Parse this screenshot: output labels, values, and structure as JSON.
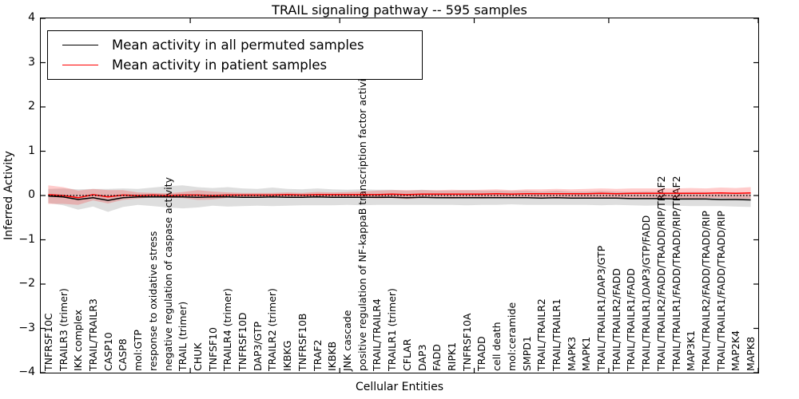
{
  "figure": {
    "background": "#ffffff",
    "axis_color": "#000000"
  },
  "chart_data": {
    "type": "line",
    "title": "TRAIL signaling pathway -- 595 samples",
    "xlabel": "Cellular Entities",
    "ylabel": "Inferred Activity",
    "ylim": [
      -4,
      4
    ],
    "yticks": [
      4,
      3,
      2,
      1,
      0,
      -1,
      -2,
      -3,
      -4
    ],
    "ytick_labels": [
      "4",
      "3",
      "2",
      "1",
      "0",
      "−1",
      "−2",
      "−3",
      "−4"
    ],
    "xtick_indices": [
      9,
      19,
      28,
      37,
      47
    ],
    "grid": false,
    "legend_position": "upper left",
    "zero_line": {
      "show": true,
      "style": "dotted",
      "color": "#000000"
    },
    "categories": [
      "TNFRSF10C",
      "TRAILR3 (trimer)",
      "IKK complex",
      "TRAIL/TRAILR3",
      "CASP10",
      "CASP8",
      "mol:GTP",
      "response to oxidative stress",
      "negative regulation of caspase activity",
      "TRAIL (trimer)",
      "CHUK",
      "TNFSF10",
      "TRAILR4 (trimer)",
      "TNFRSF10D",
      "DAP3/GTP",
      "TRAILR2 (trimer)",
      "IKBKG",
      "TNFRSF10B",
      "TRAF2",
      "IKBKB",
      "JNK cascade",
      "positive regulation of NF-kappaB transcription factor activity",
      "TRAIL/TRAILR4",
      "TRAILR1 (trimer)",
      "CFLAR",
      "DAP3",
      "FADD",
      "RIPK1",
      "TNFRSF10A",
      "TRADD",
      "cell death",
      "mol:ceramide",
      "SMPD1",
      "TRAIL/TRAILR2",
      "TRAIL/TRAILR1",
      "MAPK3",
      "MAPK1",
      "TRAIL/TRAILR1/DAP3/GTP",
      "TRAIL/TRAILR2/FADD",
      "TRAIL/TRAILR1/FADD",
      "TRAIL/TRAILR1/DAP3/GTP/FADD",
      "TRAIL/TRAILR2/FADD/TRADD/RIP/TRAF2",
      "TRAIL/TRAILR1/FADD/TRADD/RIP/TRAF2",
      "MAP3K1",
      "TRAIL/TRAILR2/FADD/TRADD/RIP",
      "TRAIL/TRAILR1/FADD/TRADD/RIP",
      "MAP2K4",
      "MAPK8"
    ],
    "series": [
      {
        "name": "Mean activity in all permuted samples",
        "color": "#000000",
        "band_color": "rgba(0,0,0,0.13)",
        "values": [
          -0.01,
          -0.03,
          -0.09,
          -0.05,
          -0.11,
          -0.05,
          -0.03,
          -0.03,
          -0.03,
          -0.03,
          -0.04,
          -0.03,
          -0.03,
          -0.04,
          -0.04,
          -0.03,
          -0.04,
          -0.04,
          -0.03,
          -0.04,
          -0.04,
          -0.04,
          -0.04,
          -0.04,
          -0.05,
          -0.04,
          -0.05,
          -0.05,
          -0.05,
          -0.05,
          -0.05,
          -0.05,
          -0.05,
          -0.06,
          -0.05,
          -0.06,
          -0.06,
          -0.06,
          -0.06,
          -0.07,
          -0.07,
          -0.07,
          -0.08,
          -0.08,
          -0.08,
          -0.09,
          -0.09,
          -0.1
        ],
        "band_halfwidth": [
          0.16,
          0.19,
          0.23,
          0.2,
          0.26,
          0.21,
          0.18,
          0.21,
          0.24,
          0.26,
          0.23,
          0.2,
          0.22,
          0.2,
          0.19,
          0.21,
          0.19,
          0.18,
          0.19,
          0.18,
          0.17,
          0.18,
          0.17,
          0.17,
          0.16,
          0.17,
          0.16,
          0.16,
          0.17,
          0.16,
          0.16,
          0.15,
          0.16,
          0.15,
          0.16,
          0.15,
          0.15,
          0.16,
          0.15,
          0.15,
          0.16,
          0.15,
          0.15,
          0.16,
          0.16,
          0.15,
          0.16,
          0.16
        ]
      },
      {
        "name": "Mean activity in patient samples",
        "color": "#ff0000",
        "band_color": "rgba(255,0,0,0.20)",
        "values": [
          0.02,
          0.0,
          -0.05,
          0.02,
          -0.03,
          0.01,
          0.0,
          0.01,
          0.0,
          0.01,
          0.01,
          0.0,
          0.01,
          0.01,
          0.01,
          0.01,
          0.02,
          0.01,
          0.02,
          0.02,
          0.02,
          0.02,
          0.02,
          0.03,
          0.02,
          0.03,
          0.03,
          0.03,
          0.03,
          0.03,
          0.04,
          0.03,
          0.04,
          0.04,
          0.04,
          0.04,
          0.04,
          0.05,
          0.04,
          0.05,
          0.05,
          0.05,
          0.05,
          0.05,
          0.05,
          0.06,
          0.05,
          0.06
        ],
        "band_halfwidth": [
          0.21,
          0.19,
          0.16,
          0.13,
          0.15,
          0.11,
          0.07,
          0.05,
          0.05,
          0.07,
          0.11,
          0.09,
          0.06,
          0.05,
          0.05,
          0.05,
          0.05,
          0.05,
          0.06,
          0.05,
          0.06,
          0.07,
          0.09,
          0.09,
          0.1,
          0.09,
          0.09,
          0.1,
          0.09,
          0.1,
          0.1,
          0.09,
          0.1,
          0.1,
          0.11,
          0.1,
          0.11,
          0.11,
          0.11,
          0.11,
          0.11,
          0.11,
          0.11,
          0.12,
          0.11,
          0.12,
          0.12,
          0.13
        ]
      }
    ]
  }
}
